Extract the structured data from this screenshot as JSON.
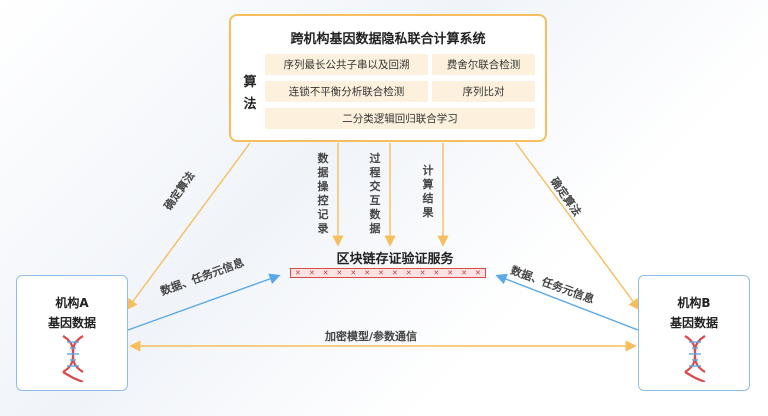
{
  "system": {
    "title": "跨机构基因数据隐私联合计算系统",
    "algorithm_label": "算法",
    "algorithms": [
      "序列最长公共子串以及回溯",
      "费舍尔联合检测",
      "连锁不平衡分析联合检测",
      "序列比对",
      "二分类逻辑回归联合学习"
    ]
  },
  "flows_down": [
    "数据操控记录",
    "过程交互数据",
    "计算结果"
  ],
  "blockchain": {
    "title": "区块链存证验证服务",
    "block_glyph": "✕"
  },
  "org_a": {
    "name": "机构A",
    "sub": "基因数据"
  },
  "org_b": {
    "name": "机构B",
    "sub": "基因数据"
  },
  "edge_labels": {
    "confirm_algo_left": "确定算法",
    "confirm_algo_right": "确定算法",
    "meta_left": "数据、任务元信息",
    "meta_right": "数据、任务元信息",
    "encrypted": "加密模型/参数通信"
  },
  "colors": {
    "orange": "#f6be5c",
    "blue": "#5aa9e6",
    "red": "#d94a4a"
  }
}
